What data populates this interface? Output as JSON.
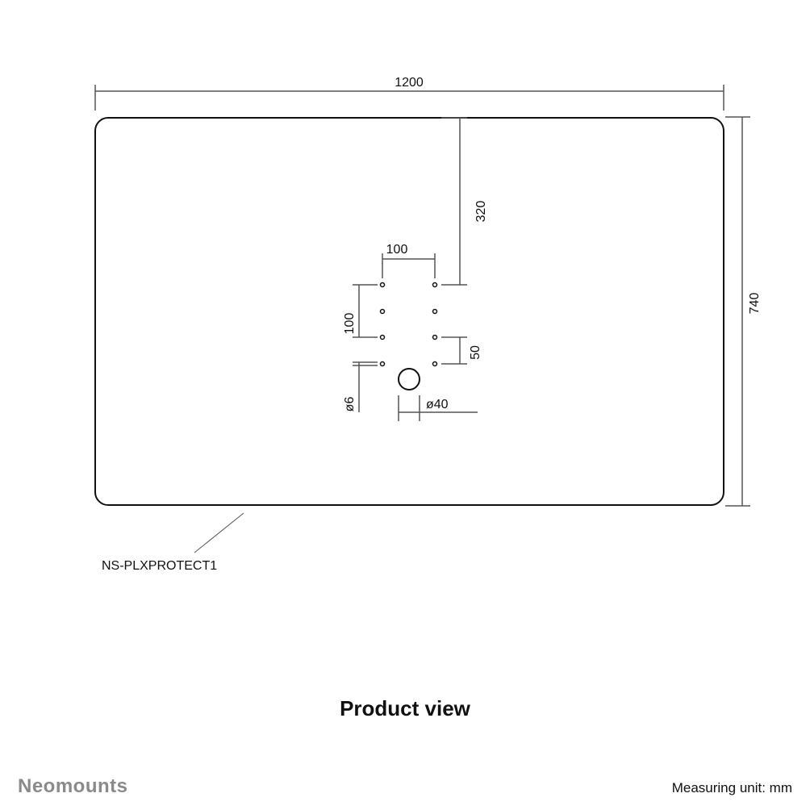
{
  "drawing": {
    "dimensions": {
      "width": "1200",
      "height": "740",
      "top_offset": "320",
      "hole_spacing_horizontal": "100",
      "hole_spacing_vertical": "100",
      "hole_spacing_small": "50",
      "hole_diameter": "ø6",
      "cable_hole_diameter": "ø40"
    },
    "part_label": "NS-PLXPROTECT1",
    "caption": "Product view"
  },
  "footer": {
    "brand": "Neomounts",
    "measuring_unit": "Measuring unit: mm"
  },
  "colors": {
    "outline": "#111111",
    "dimension_line": "#555555",
    "brand": "#8a8a8a"
  }
}
